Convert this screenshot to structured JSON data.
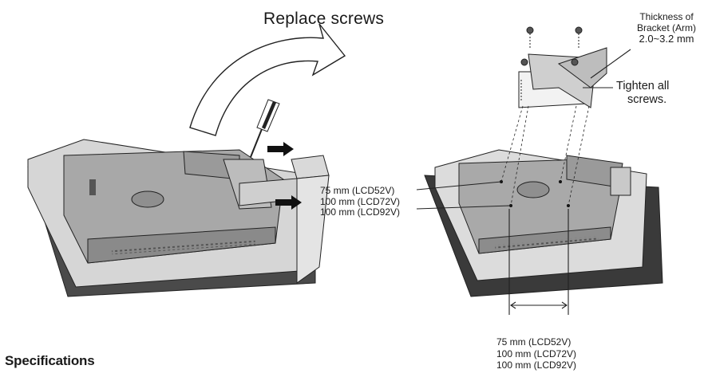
{
  "labels": {
    "replace_screws": "Replace screws",
    "thickness_line1": "Thickness of",
    "thickness_line2": "Bracket (Arm)",
    "thickness_line3": "2.0~3.2 mm",
    "tighten_line1": "Tighten all",
    "tighten_line2": "screws.",
    "vertical_spacing": [
      "75 mm (LCD52V)",
      "100 mm (LCD72V)",
      "100 mm (LCD92V)"
    ],
    "horizontal_spacing": [
      "75 mm (LCD52V)",
      "100 mm (LCD72V)",
      "100 mm (LCD92V)"
    ],
    "section_heading": "Specifications"
  },
  "colors": {
    "monitor_face": "#a9a9a9",
    "monitor_dark": "#3a3a3a",
    "monitor_light": "#dcdcdc",
    "line": "#222222"
  }
}
